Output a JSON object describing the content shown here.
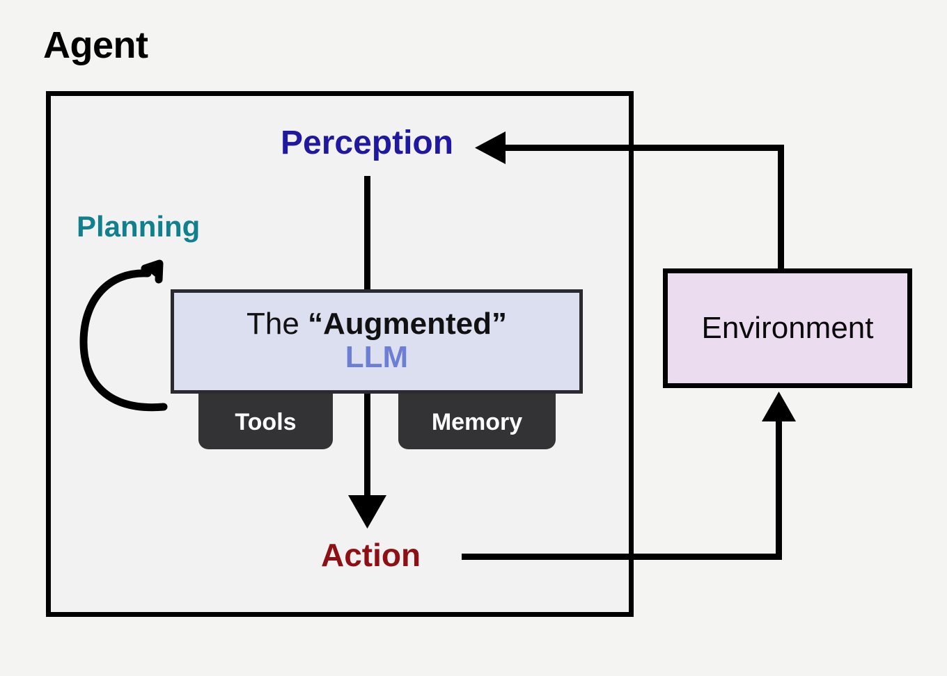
{
  "diagram": {
    "title": "Agent",
    "background_color": "#f4f4f3"
  },
  "agent": {
    "title": "Agent",
    "border_color": "#000000",
    "fill_color": "#f2f2f2"
  },
  "nodes": {
    "perception": {
      "label": "Perception",
      "color": "#1f18a0"
    },
    "planning": {
      "label": "Planning",
      "color": "#12808c"
    },
    "action": {
      "label": "Action",
      "color": "#8f1014"
    },
    "llm": {
      "line1_prefix": "The ",
      "line1_quoted": "“Augmented”",
      "line2": "LLM",
      "fill_color": "#dbdff0",
      "border_color": "#2b2b2f",
      "llm_text_color": "#6d7fd2"
    },
    "tools": {
      "label": "Tools",
      "fill_color": "#333336",
      "text_color": "#ffffff"
    },
    "memory": {
      "label": "Memory",
      "fill_color": "#333336",
      "text_color": "#ffffff"
    },
    "environment": {
      "label": "Environment",
      "fill_color": "#ecdcf0",
      "border_color": "#000000",
      "text_color": "#0a0a0a"
    }
  },
  "connectors": {
    "perception_to_llm": "Perception feeds down into the Augmented LLM",
    "llm_to_action": "Augmented LLM feeds down into Action",
    "action_to_environment": "Action routes right then up into Environment",
    "environment_to_perception": "Environment routes up then left into Perception",
    "planning_self_loop": "Planning loops back into the Augmented LLM",
    "stroke_color": "#000000"
  }
}
